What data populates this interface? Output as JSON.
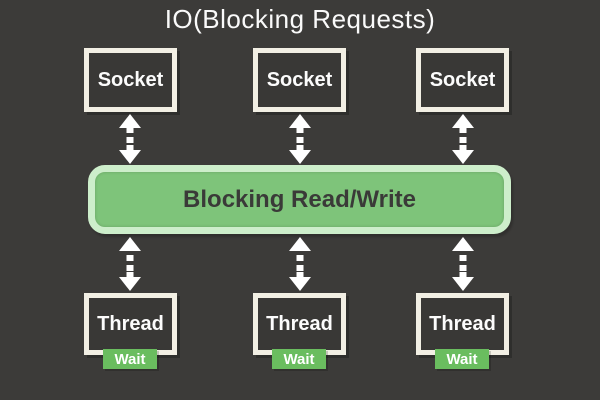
{
  "title": "IO(Blocking Requests)",
  "sockets": {
    "labels": [
      "Socket",
      "Socket",
      "Socket"
    ]
  },
  "center_bar": {
    "label": "Blocking Read/Write"
  },
  "threads": {
    "labels": [
      "Thread",
      "Thread",
      "Thread"
    ],
    "badges": [
      "Wait",
      "Wait",
      "Wait"
    ]
  },
  "icons": {
    "connector": "dashed-double-arrow-icon"
  },
  "colors": {
    "background": "#3c3b39",
    "box_border": "#f2efe4",
    "box_fill": "#393836",
    "bar_fill": "#7ec47a",
    "bar_border": "#cdeecb",
    "bar_text": "#3a3a38",
    "badge_fill": "#6abd5f",
    "box_text": "#fcfcfc",
    "arrow": "#ffffff"
  }
}
